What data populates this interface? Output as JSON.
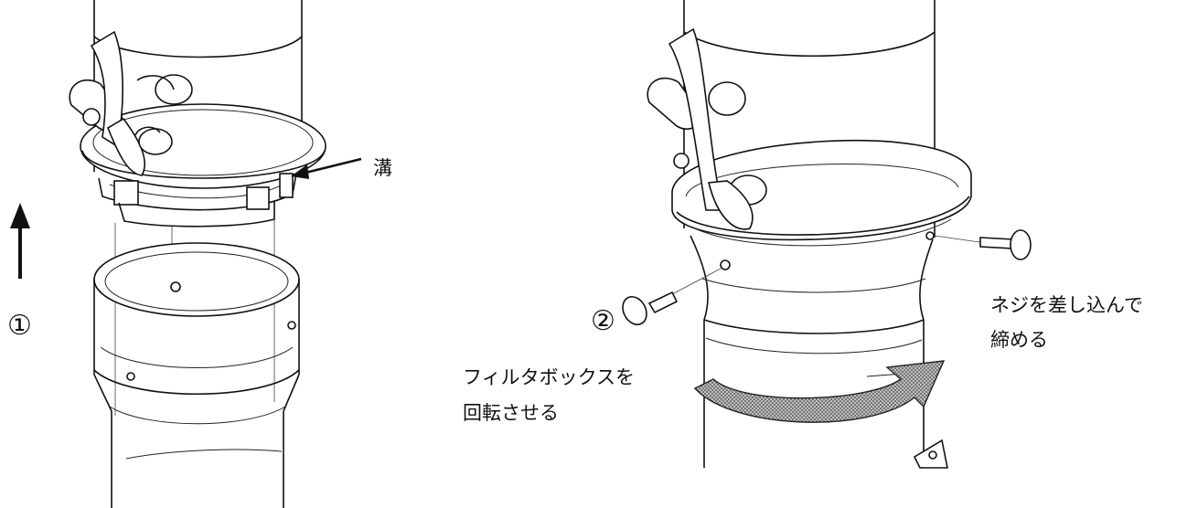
{
  "labels": {
    "groove": "溝",
    "step1": "①",
    "step2": "②",
    "screw_line1": "ネジを差し込んで",
    "screw_line2": "締める",
    "rotate_line1": "フィルタボックスを",
    "rotate_line2": "回転させる"
  },
  "colors": {
    "ink": "#111111",
    "arrow_fill": "#8a8a8a"
  }
}
